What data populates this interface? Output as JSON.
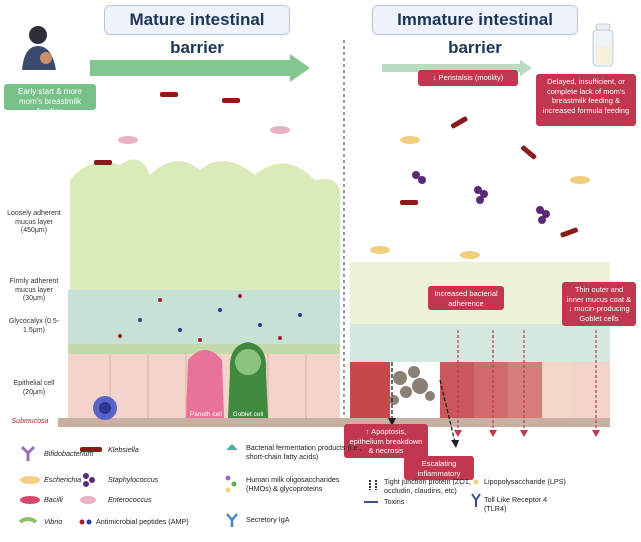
{
  "titles": {
    "mature": "Mature intestinal barrier",
    "immature": "Immature intestinal barrier"
  },
  "notes": {
    "breastfeeding": "Early start & more mom's breastmilk feeding",
    "peristalsis": "↓ Peristalsis (motility)",
    "delayed": "Delayed, insufficient, or complete lack of mom's breastmilk feeding & increased formula feeding",
    "adherence": "Increased bacterial adherence",
    "thin_mucus": "Thin outer and inner mucus coat & ↓ mucin-producing Goblet cells",
    "apoptosis": "↑ Apoptosis, epithelium breakdown & necrosis",
    "inflammatory": "Escalating inflammatory response"
  },
  "layers": {
    "loose": "Loosely adherent mucus layer (450μm)",
    "firm": "Firmly adherent mucus layer (30μm)",
    "glycocalyx": "Glycocalyx (0.5-1.5μm)",
    "epithelial": "Epithelial cell (20μm)",
    "submucosa": "Submucosa"
  },
  "cells": {
    "paneth": "Paneth cell",
    "goblet": "Goblet cell"
  },
  "legend": {
    "bifidobacterium": "Bifidobacterium",
    "klebsiella": "Klebsiella",
    "escherichia": "Escherichia",
    "staphylococcus": "Staphylococcus",
    "bacilli": "Bacilli",
    "enterococcus": "Enterococcus",
    "vibrio": "Vibrio",
    "amp": "Antimicrobial peptides (AMP)",
    "scfa": "Bacterial fermentation products (i.e., short-chain fatty acids)",
    "hmo": "Human milk oligosaccharides (HMOs) & glycoproteins",
    "iga": "Secretory IgA",
    "tight_junction": "Tight junction protein (ZO1, occludin, claudins, etc)",
    "toxins": "Toxins",
    "lps": "Lipopolysaccharide (LPS)",
    "tlr4": "Toll Like Receptor 4 (TLR4)"
  },
  "colors": {
    "title_text": "#1d3557",
    "mucus_loose": "#d9ebb8",
    "mucus_firm": "#c7e1d6",
    "epithelium": "#f2d4cc",
    "submucosa": "#c9b0a5",
    "red_note": "#c2364f",
    "green_note": "#79c18a",
    "arrow_green": "#82c792"
  }
}
